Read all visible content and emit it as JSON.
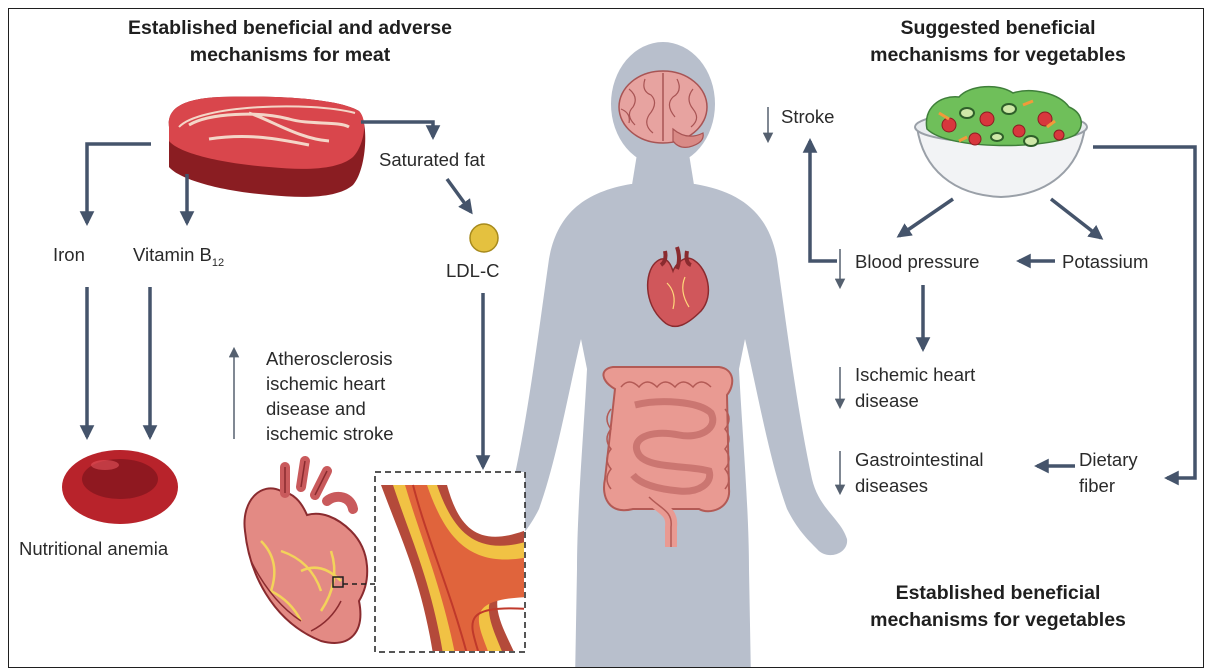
{
  "headings": {
    "meat_line1": "Established beneficial and adverse",
    "meat_line2": "mechanisms for meat",
    "veg_suggested_line1": "Suggested beneficial",
    "veg_suggested_line2": "mechanisms for vegetables",
    "veg_established_line1": "Established beneficial",
    "veg_established_line2": "mechanisms for vegetables"
  },
  "meat": {
    "iron": "Iron",
    "vitamin": "Vitamin B",
    "vitamin_sub": "12",
    "saturated_fat": "Saturated fat",
    "ldl": "LDL-C",
    "anemia": "Nutritional anemia",
    "athero_line1": "Atherosclerosis",
    "athero_line2": "ischemic heart",
    "athero_line3": "disease and",
    "athero_line4": "ischemic stroke"
  },
  "vegetables": {
    "stroke": "Stroke",
    "blood_pressure": "Blood pressure",
    "potassium": "Potassium",
    "ischemic_line1": "Ischemic heart",
    "ischemic_line2": "disease",
    "gi_line1": "Gastrointestinal",
    "gi_line2": "diseases",
    "fiber_line1": "Dietary",
    "fiber_line2": "fiber"
  },
  "colors": {
    "arrow": "#45546b",
    "body": "#b8bfcc",
    "meat": "#c9383f",
    "organ": "#e38a84",
    "cell": "#b8232b",
    "ldl": "#e4c13f",
    "text": "#2a2a2a"
  }
}
